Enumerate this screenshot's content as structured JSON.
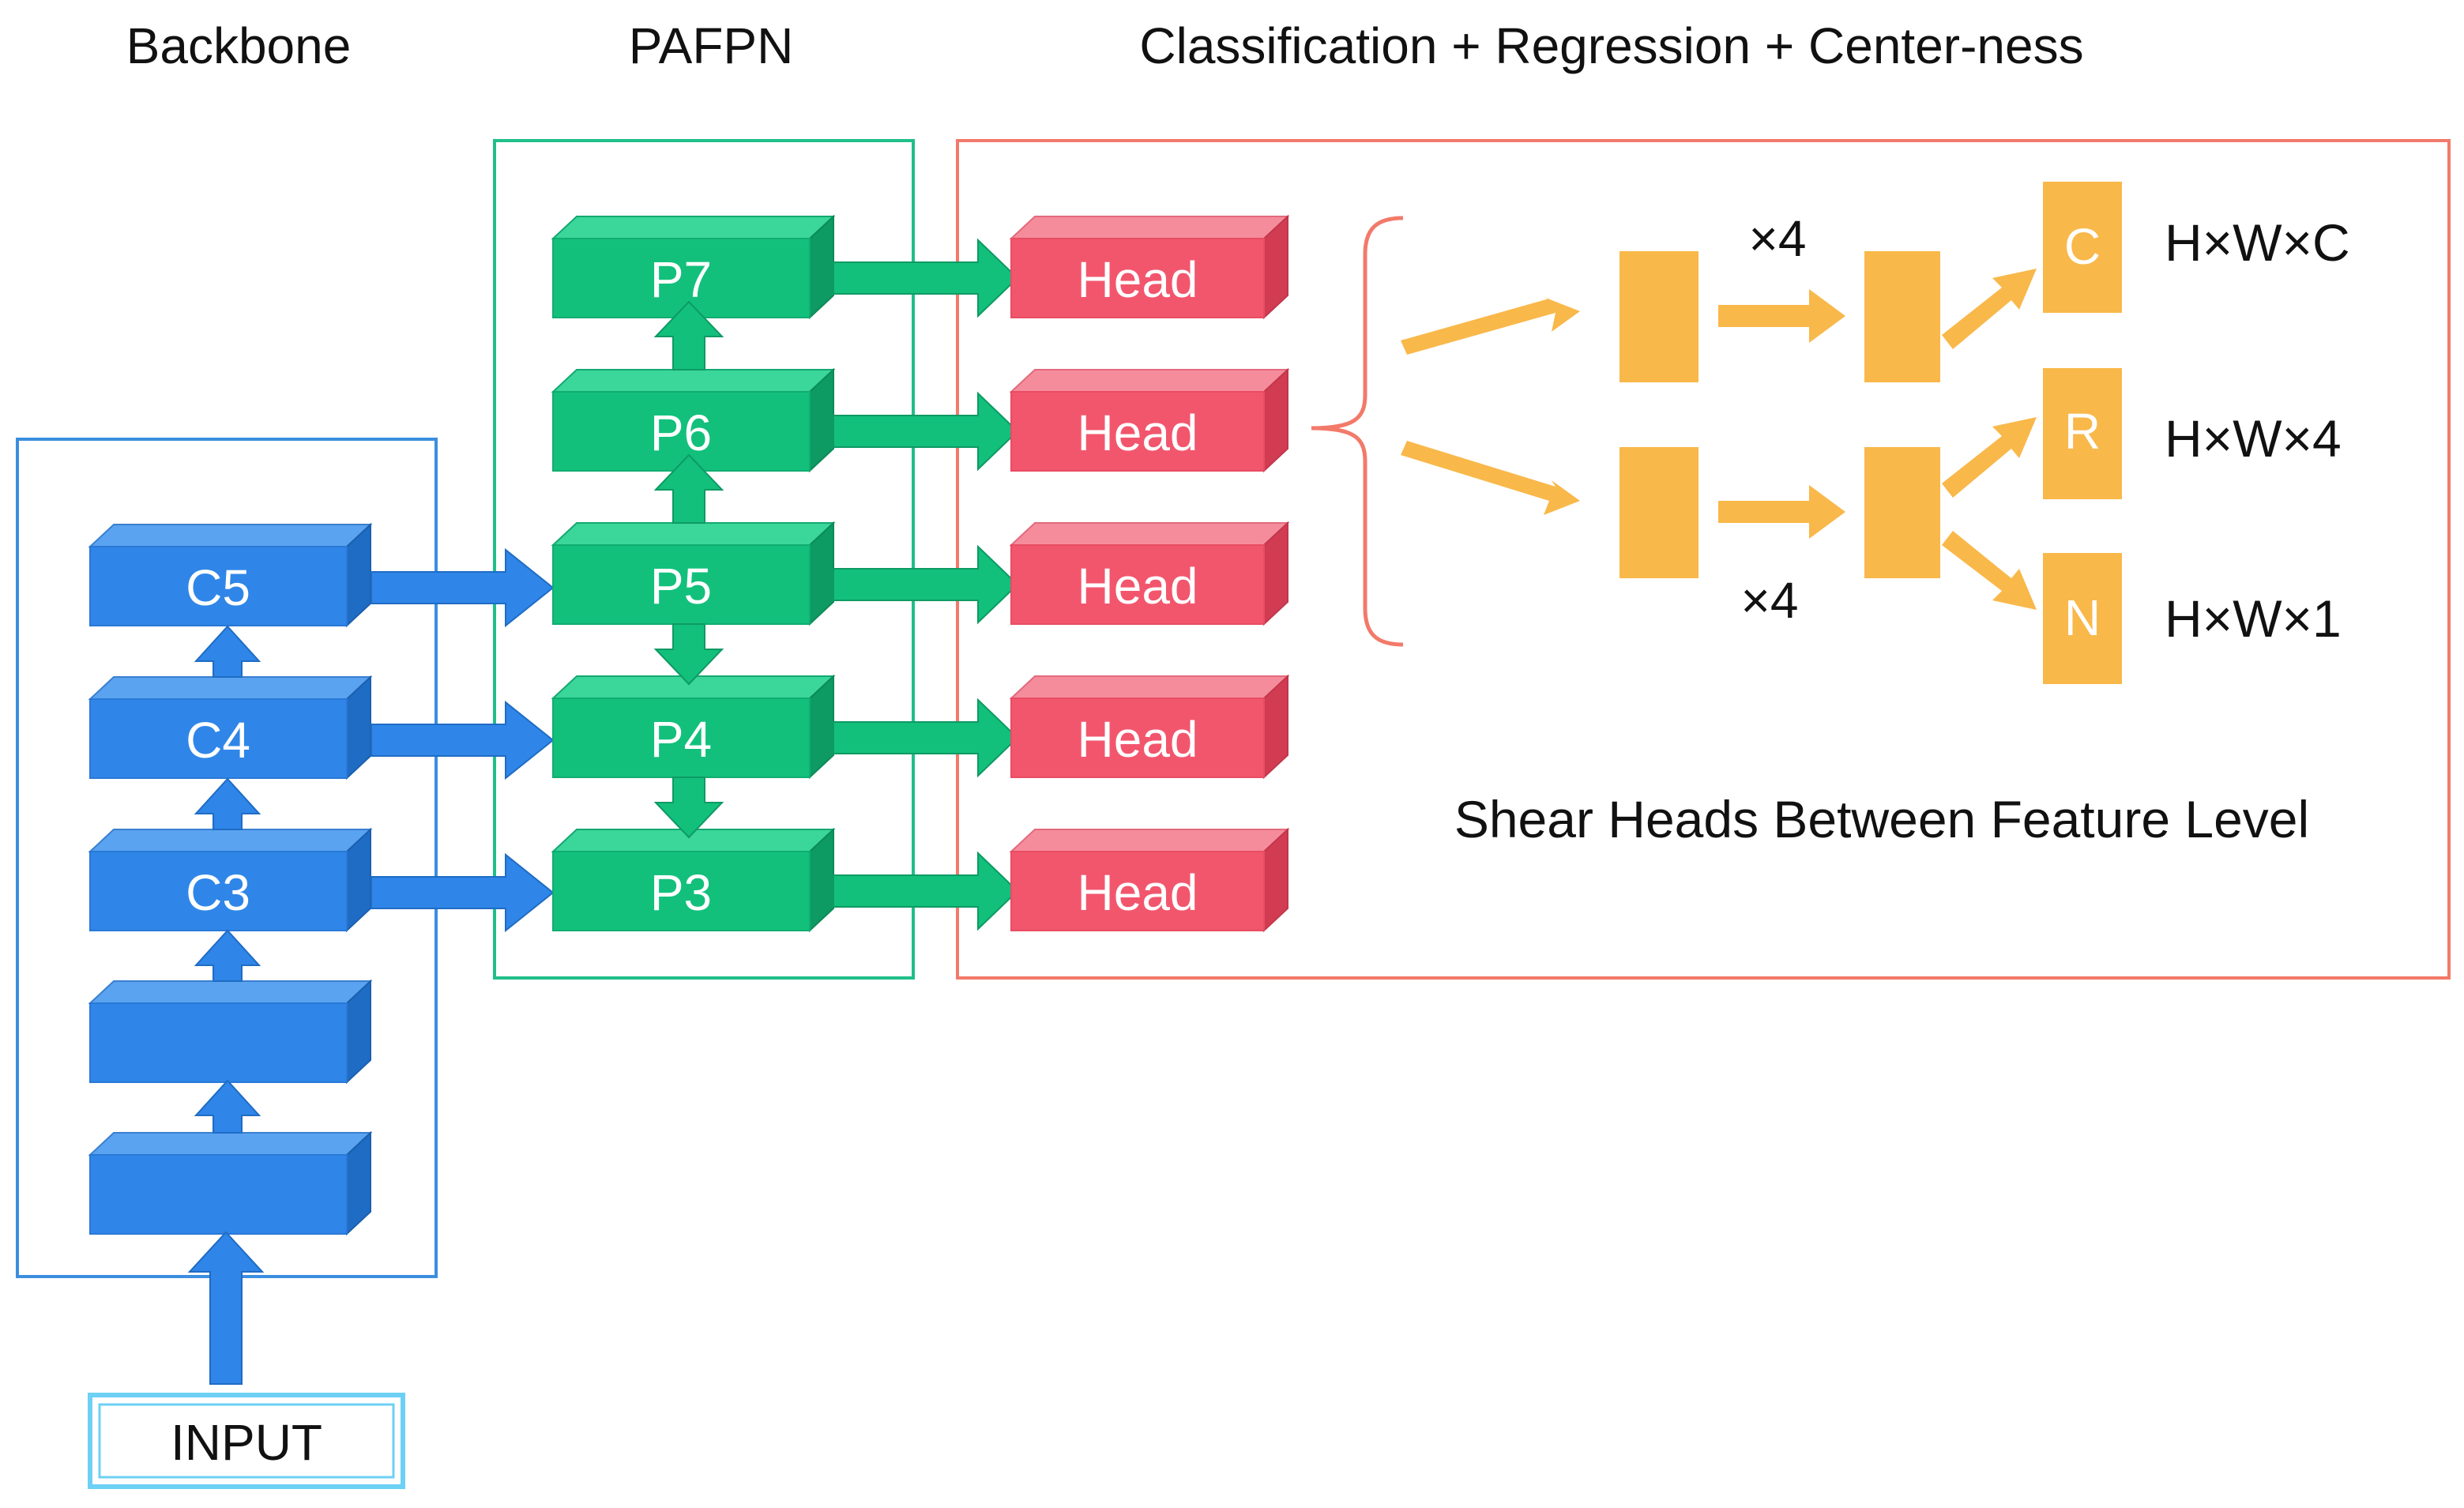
{
  "titles": {
    "backbone": "Backbone",
    "pafpn": "PAFPN",
    "heads": "Classification + Regression + Center-ness"
  },
  "backbone": {
    "input": "INPUT",
    "blocks": [
      "C5",
      "C4",
      "C3",
      "",
      ""
    ]
  },
  "pafpn": {
    "levels": [
      "P7",
      "P6",
      "P5",
      "P4",
      "P3"
    ]
  },
  "heads": {
    "label": "Head",
    "repeat_top": "×4",
    "repeat_bottom": "×4",
    "outputs": [
      {
        "letter": "C",
        "shape": "H×W×C"
      },
      {
        "letter": "R",
        "shape": "H×W×4"
      },
      {
        "letter": "N",
        "shape": "H×W×1"
      }
    ],
    "caption": "Shear Heads Between Feature Level"
  },
  "colors": {
    "blue": "#2f86e8",
    "blue_top": "#5aa3f0",
    "blue_side": "#1f6cc4",
    "green": "#12c07c",
    "green_top": "#3ad69a",
    "green_side": "#0e9a63",
    "red": "#f2566d",
    "red_top": "#f58c9c",
    "red_side": "#d23c52",
    "orange": "#f9b84a",
    "backbone_frame": "#3b8ee0",
    "pafpn_frame": "#1fbf8a",
    "heads_frame": "#f27a6a",
    "input_border": "#6dd0f5"
  }
}
